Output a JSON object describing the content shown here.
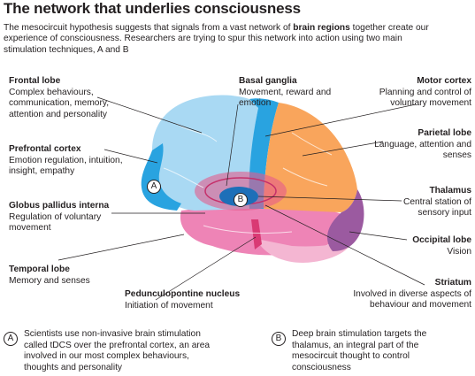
{
  "header": {
    "title": "The network that underlies consciousness",
    "intro_pre": "The mesocircuit hypothesis suggests that signals from a vast network of ",
    "intro_bold": "brain regions",
    "intro_post": " together create our experience of consciousness. Researchers are trying to spur this network into action using two main stimulation techniques, A and B"
  },
  "regions": {
    "frontal": {
      "name": "Frontal lobe",
      "desc": "Complex behaviours, communication, memory, attention and personality"
    },
    "prefrontal": {
      "name": "Prefrontal cortex",
      "desc": "Emotion regulation, intuition, insight, empathy"
    },
    "globus": {
      "name": "Globus pallidus interna",
      "desc": "Regulation of voluntary movement"
    },
    "temporal": {
      "name": "Temporal lobe",
      "desc": "Memory and senses"
    },
    "basal": {
      "name": "Basal ganglia",
      "desc": "Movement, reward and emotion"
    },
    "pedunculo": {
      "name": "Pedunculopontine nucleus",
      "desc": "Initiation of movement"
    },
    "motor": {
      "name": "Motor cortex",
      "desc": "Planning and control of voluntary movement"
    },
    "parietal": {
      "name": "Parietal lobe",
      "desc": "Language, attention and senses"
    },
    "thalamus": {
      "name": "Thalamus",
      "desc": "Central station of sensory input"
    },
    "occipital": {
      "name": "Occipital lobe",
      "desc": "Vision"
    },
    "striatum": {
      "name": "Striatum",
      "desc": "Involved in diverse aspects of behaviour and movement"
    }
  },
  "markers": {
    "a": "A",
    "b": "B"
  },
  "notes": {
    "a": "Scientists use non-invasive brain stimulation called tDCS over the prefrontal cortex, an area involved in our most complex behaviours, thoughts and personality",
    "b": "Deep brain stimulation targets the thalamus, an integral part of the mesocircuit thought to control consciousness"
  },
  "colors": {
    "frontal": "#a9d9f3",
    "prefrontal": "#29a3e0",
    "motor": "#29a3e0",
    "parietal": "#f9a55c",
    "occipital": "#9b5aa0",
    "temporal": "#ee84b6",
    "cerebellum": "#f4b6d2",
    "basal": "#e45c8c",
    "thalamus": "#1d6fb8"
  }
}
